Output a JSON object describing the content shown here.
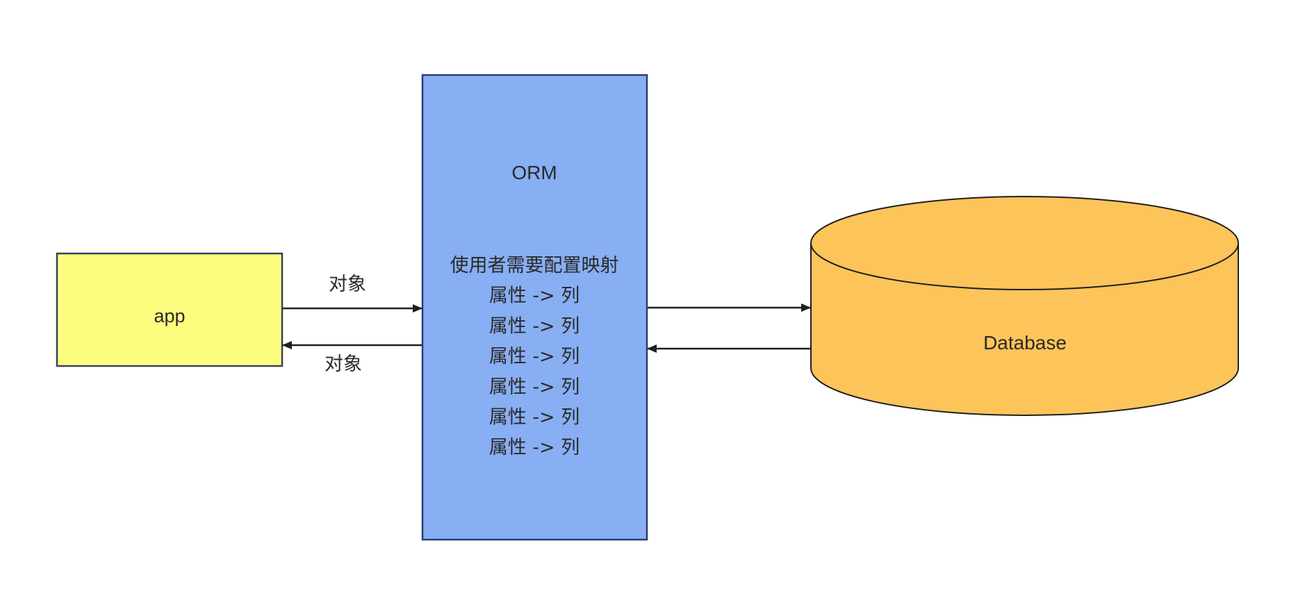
{
  "diagram": {
    "nodes": {
      "app": {
        "label": "app",
        "shape": "rectangle",
        "fill": "#fdfd80",
        "stroke": "#3a3f5c"
      },
      "orm": {
        "title": "ORM",
        "shape": "rectangle",
        "fill": "#88aef3",
        "stroke": "#2c3e6e",
        "lines": [
          "使用者需要配置映射",
          "属性 -> 列",
          "属性 -> 列",
          "属性 -> 列",
          "属性 -> 列",
          "属性 -> 列",
          "属性 -> 列"
        ]
      },
      "database": {
        "label": "Database",
        "shape": "cylinder",
        "fill": "#fdc45a",
        "stroke": "#1e1e1e"
      }
    },
    "edges": [
      {
        "from": "app",
        "to": "orm",
        "label": "对象"
      },
      {
        "from": "orm",
        "to": "app",
        "label": "对象"
      },
      {
        "from": "orm",
        "to": "database",
        "label": ""
      },
      {
        "from": "database",
        "to": "orm",
        "label": ""
      }
    ],
    "edge_color": "#1e1e1e"
  }
}
